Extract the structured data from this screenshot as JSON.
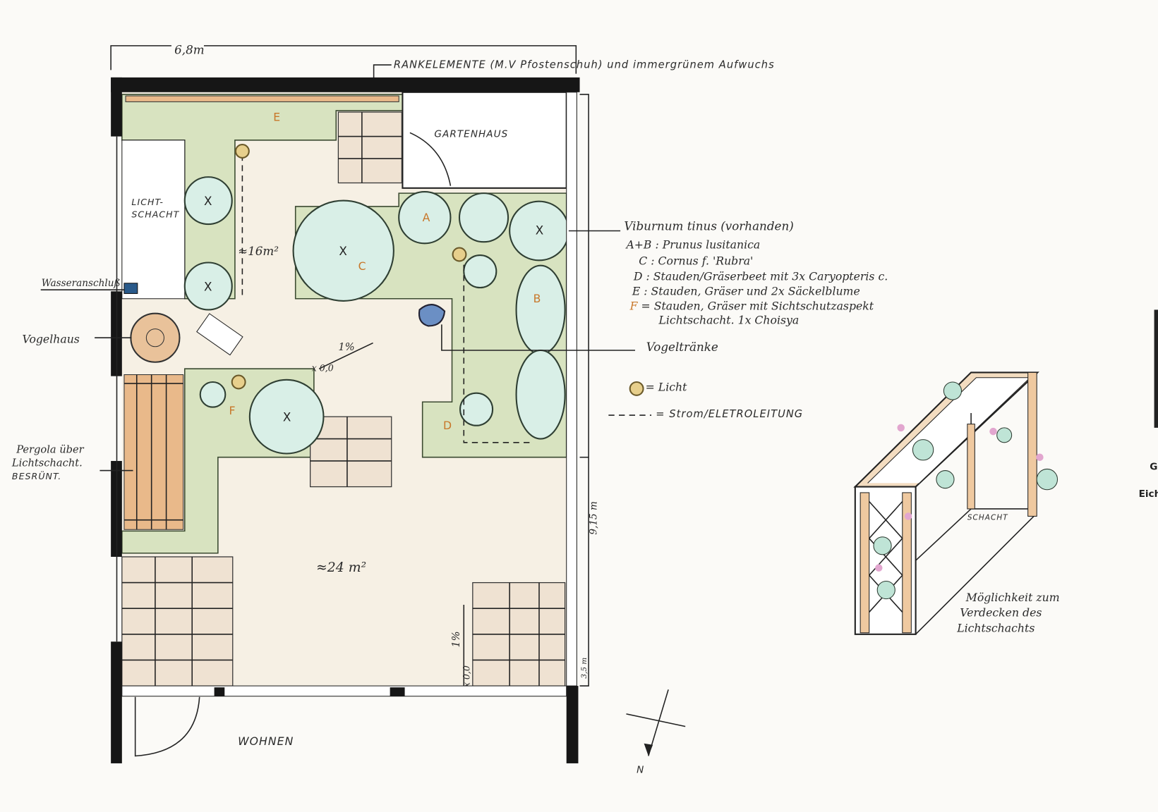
{
  "plan": {
    "width_dim": "6,8m",
    "trellis_label": "RANKELEMENTE (M.V Pfostenschuh) und immergrünem Aufwuchs",
    "garden_house": "GARTENHAUS",
    "light_well": [
      "LICHT-",
      "SCHACHT"
    ],
    "area_upper": "≈16m²",
    "area_lower": "≈24 m²",
    "length_dim": "9,15 m",
    "small_dim": "3,5 m",
    "slope_upper": "1%",
    "level_upper": "x 0,0",
    "slope_lower": "1%",
    "level_lower": "x 0,0",
    "living": "WOHNEN",
    "north": "N",
    "bed_letters": [
      "A",
      "B",
      "C",
      "D",
      "E",
      "F"
    ],
    "tree_mark": "X"
  },
  "left_labels": {
    "water": "Wasseranschluß",
    "birdhouse": "Vogelhaus",
    "pergola": [
      "Pergola über",
      "Lichtschacht.",
      "BESRÜNT."
    ]
  },
  "legend": {
    "viburnum": "Viburnum tinus (vorhanden)",
    "items": [
      {
        "key": "A+B",
        "text": "Prunus lusitanica"
      },
      {
        "key": "C",
        "text": "Cornus f. 'Rubra'"
      },
      {
        "key": "D",
        "text": "Stauden/Gräserbeet mit 3x Caryopteris c."
      },
      {
        "key": "E",
        "text": "Stauden, Gräser und 2x Säckelblume"
      },
      {
        "key": "F",
        "text": "Stauden, Gräser mit Sichtschutzaspekt"
      }
    ],
    "f_continued": "Lichtschacht. 1x Choisya",
    "birdbath": "Vogeltränke",
    "light": "= Licht",
    "power": "= Strom/ELETROLEITUNG"
  },
  "sketch": {
    "shaft": "SCHACHT",
    "caption": [
      "Möglichkeit zum",
      "Verdecken des",
      "Lichtschachts"
    ]
  },
  "edge": {
    "g": "G",
    "eich": "Eich"
  },
  "colors": {
    "wall": "#161616",
    "bed": "#d8e3c0",
    "tree": "#d9efe7",
    "wood": "#e9b98a",
    "paving": "#efe2d2"
  }
}
